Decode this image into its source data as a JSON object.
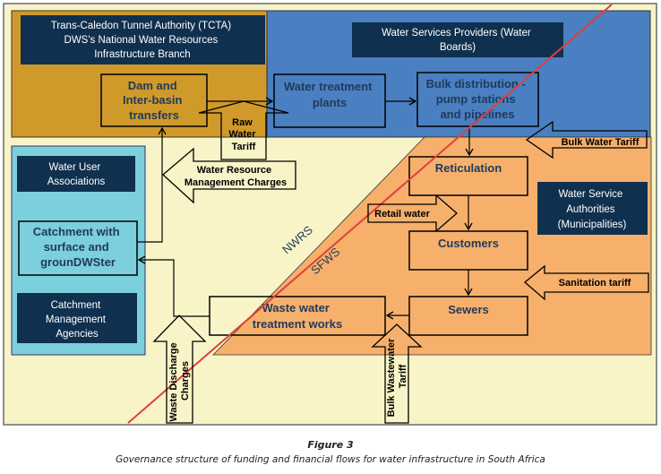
{
  "colors": {
    "background": "#f8f4c8",
    "tcta_region": "#d09a2a",
    "wsp_region": "#4a7fc1",
    "wsa_region": "#f6b06c",
    "catchment_region": "#7ccfdc",
    "label_box": "#10304f",
    "divider_line": "#e0403a",
    "node_text": "#1f3a5a"
  },
  "labels": {
    "tcta": [
      "Trans-Caledon Tunnel Authority (TCTA)",
      "DWS's National Water Resources",
      "Infrastructure Branch"
    ],
    "wsp": [
      "Water Services Providers (Water",
      "Boards)"
    ],
    "wua": [
      "Water User",
      "Associations"
    ],
    "cma": [
      "Catchment",
      "Management",
      "Agencies"
    ],
    "wsa": [
      "Water Service",
      "Authorities",
      "(Municipalities)"
    ]
  },
  "nodes": {
    "dam": [
      "Dam and",
      "Inter-basin",
      "transfers"
    ],
    "wtp": [
      "Water treatment",
      "plants"
    ],
    "bulk": [
      "Bulk distribution -",
      "pump stations",
      "and pipelines"
    ],
    "reticulation": [
      "Reticulation"
    ],
    "customers": [
      "Customers"
    ],
    "sewers": [
      "Sewers"
    ],
    "wwtw": [
      "Waste water",
      "treatment works"
    ],
    "catchment": [
      "Catchment with",
      "surface and",
      "grounDWSter"
    ]
  },
  "flows": {
    "raw_water_tariff": [
      "Raw",
      "Water",
      "Tariff"
    ],
    "wrmc": [
      "Water Resource",
      "Management Charges"
    ],
    "bulk_water_tariff": "Bulk Water  Tariff",
    "retail_water": "Retail water",
    "sanitation_tariff": "Sanitation tariff",
    "waste_discharge": [
      "Waste Discharge",
      "Charges"
    ],
    "bulk_wastewater": [
      "Bulk Wastewater",
      "Tariff"
    ]
  },
  "zones": {
    "nwrs": "NWRS",
    "sfws": "SFWS"
  },
  "figure": {
    "title": "Figure 3",
    "caption": "Governance structure of funding and financial flows for water infrastructure in South Africa"
  }
}
